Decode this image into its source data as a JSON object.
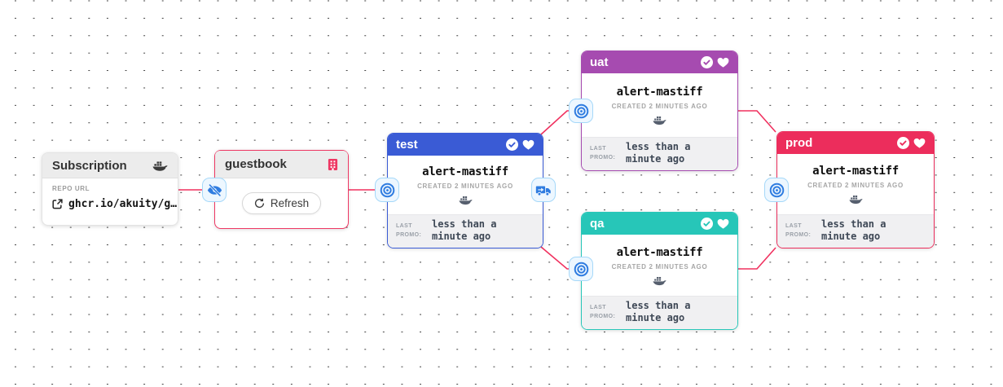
{
  "diagram": {
    "edge_color": "#f0315f",
    "icon_accent": "#2f7ce0"
  },
  "subscription": {
    "title": "Subscription",
    "repo_url_label": "REPO URL",
    "repo_url": "ghcr.io/akuity/g…"
  },
  "warehouse": {
    "title": "guestbook",
    "refresh_button": "Refresh"
  },
  "stages": [
    {
      "name": "test",
      "color": "#3a5bd5",
      "freight_name": "alert-mastiff",
      "created": "CREATED 2 MINUTES AGO",
      "last_promo_label": "LAST PROMO:",
      "last_promo_value": "less than a minute ago"
    },
    {
      "name": "uat",
      "color": "#a64bb0",
      "freight_name": "alert-mastiff",
      "created": "CREATED 2 MINUTES AGO",
      "last_promo_label": "LAST PROMO:",
      "last_promo_value": "less than a minute ago"
    },
    {
      "name": "qa",
      "color": "#27c6b8",
      "freight_name": "alert-mastiff",
      "created": "CREATED 2 MINUTES AGO",
      "last_promo_label": "LAST PROMO:",
      "last_promo_value": "less than a minute ago"
    },
    {
      "name": "prod",
      "color": "#ec2d5c",
      "freight_name": "alert-mastiff",
      "created": "CREATED 2 MINUTES AGO",
      "last_promo_label": "LAST PROMO:",
      "last_promo_value": "less than a minute ago"
    }
  ]
}
